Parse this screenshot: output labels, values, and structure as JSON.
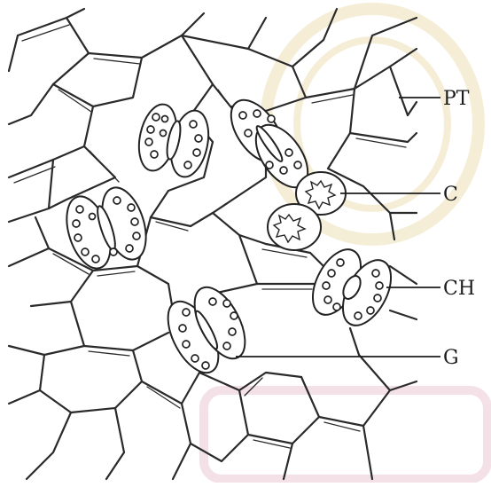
{
  "labels": {
    "pt": "PT",
    "c": "C",
    "ch": "CH",
    "g": "G"
  },
  "colors": {
    "line": "#2a2a2a",
    "background": "#ffffff",
    "watermark": "#d9a7b4"
  }
}
